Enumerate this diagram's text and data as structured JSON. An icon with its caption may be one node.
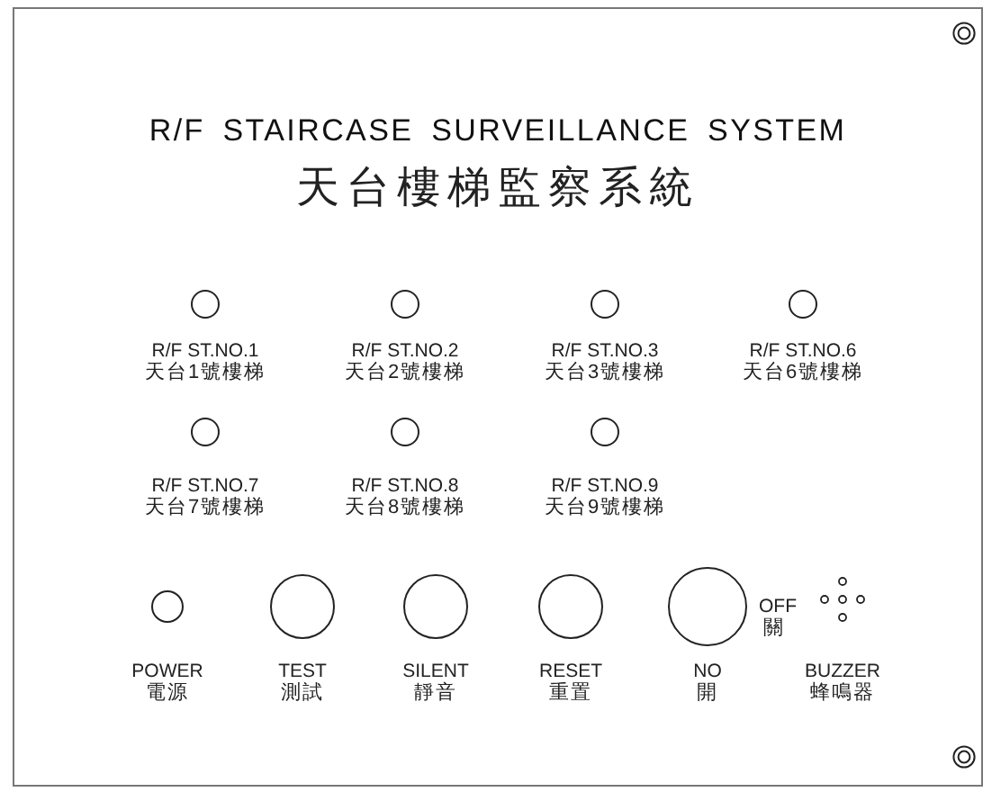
{
  "diagram": {
    "title": "R/F STAIRCASE SURVEILLANCE SYSTEM",
    "nodes": [
      {
        "text": [],
        "shape": "circle",
        "beside": [
          "R/F ST.NO.1",
          "天台1號樓梯"
        ]
      },
      {
        "text": [],
        "shape": "circle",
        "beside": [
          "R/F ST.NO.2",
          "天台2號樓梯"
        ]
      },
      {
        "text": [],
        "shape": "circle",
        "beside": [
          "R/F ST.NO.3",
          "天台3號樓梯"
        ]
      },
      {
        "text": [],
        "shape": "circle",
        "beside": [
          "R/F ST.NO.6",
          "天台6號樓梯"
        ]
      },
      {
        "text": [],
        "shape": "circle",
        "beside": [
          "R/F ST.NO.7",
          "天台7號樓梯"
        ]
      },
      {
        "text": [],
        "shape": "circle",
        "beside": [
          "R/F ST.NO.8",
          "天台8號樓梯"
        ]
      },
      {
        "text": [],
        "shape": "circle",
        "beside": [
          "R/F ST.NO.9",
          "天台9號樓梯"
        ]
      },
      {
        "text": [],
        "shape": "circle",
        "beside": [
          "POWER",
          "電源"
        ]
      },
      {
        "text": [],
        "shape": "circle",
        "beside": [
          "TEST",
          "測試"
        ]
      },
      {
        "text": [],
        "shape": "circle",
        "beside": [
          "SILENT",
          "靜音"
        ]
      },
      {
        "text": [],
        "shape": "circle",
        "beside": [
          "RESET",
          "重置"
        ]
      },
      {
        "text": [],
        "shape": "circle",
        "beside": [
          "NO",
          "開"
        ]
      },
      {
        "text": [],
        "shape": "picture",
        "beside": [
          "BUZZER",
          "蜂鳴器"
        ]
      }
    ],
    "labels": [
      "天台樓梯監察系統",
      "OFF",
      "關"
    ]
  }
}
